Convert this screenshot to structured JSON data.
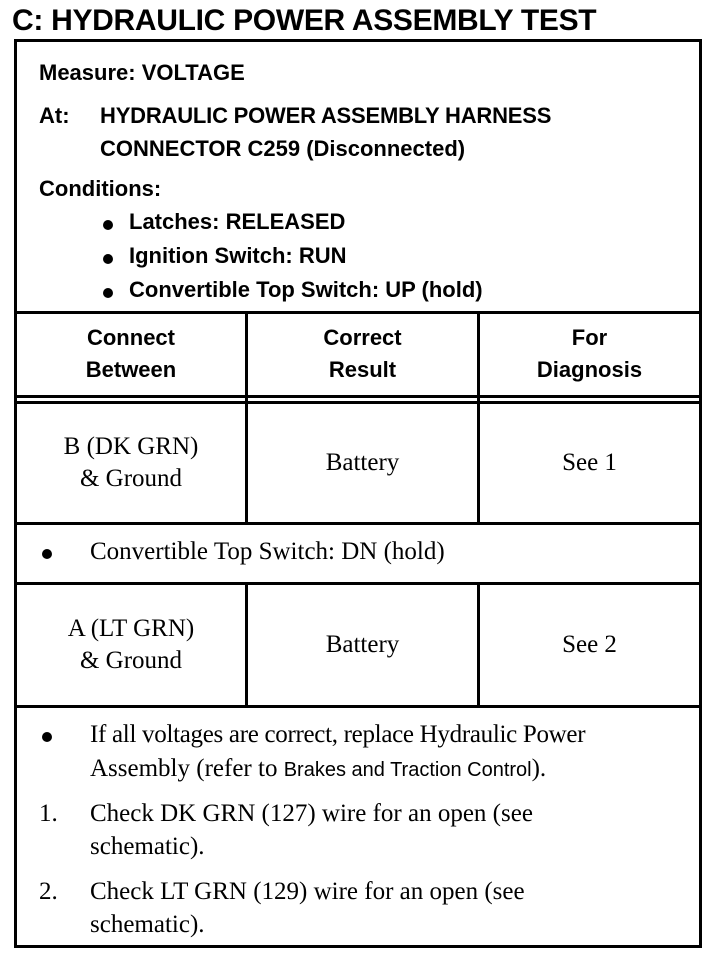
{
  "title": "C:  HYDRAULIC POWER ASSEMBLY TEST",
  "measure": "Measure: VOLTAGE",
  "at": {
    "label": "At:",
    "line1": "HYDRAULIC POWER ASSEMBLY HARNESS",
    "line2": "CONNECTOR C259 (Disconnected)"
  },
  "conditions": {
    "label": "Conditions:",
    "items": [
      "Latches: RELEASED",
      "Ignition Switch: RUN",
      "Convertible Top Switch: UP (hold)"
    ]
  },
  "table": {
    "headers": [
      {
        "line1": "Connect",
        "line2": "Between"
      },
      {
        "line1": "Correct",
        "line2": "Result"
      },
      {
        "line1": "For",
        "line2": "Diagnosis"
      }
    ],
    "rows": [
      {
        "connect_line1": "B (DK GRN)",
        "connect_line2": "& Ground",
        "result": "Battery",
        "diagnosis": "See 1"
      },
      {
        "connect_line1": "A (LT GRN)",
        "connect_line2": "& Ground",
        "result": "Battery",
        "diagnosis": "See 2"
      }
    ],
    "interstitial": "Convertible Top Switch: DN (hold)"
  },
  "notes": {
    "bullet": {
      "line1": "If all voltages are correct, replace Hydraulic Power",
      "line2_start": "Assembly (refer to ",
      "line2_ref": "Brakes and Traction  Control",
      "line2_end": ")."
    },
    "numbered": [
      {
        "num": "1.",
        "line1": "Check DK GRN (127) wire for an open (see",
        "line2": "schematic)."
      },
      {
        "num": "2.",
        "line1": "Check LT GRN (129) wire for an open (see",
        "line2": "schematic)."
      }
    ]
  }
}
